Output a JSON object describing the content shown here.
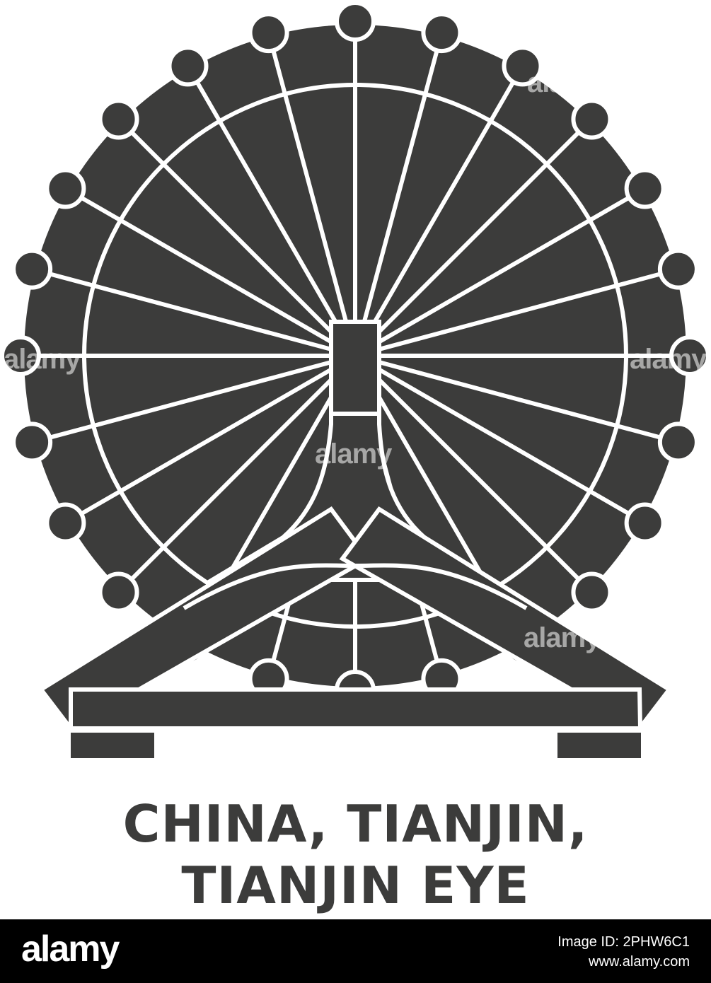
{
  "colors": {
    "ink": "#3c3c3b",
    "stroke": "#ffffff",
    "footer_bg": "#000000"
  },
  "icon": {
    "name": "ferris-wheel-icon",
    "subject": "Tianjin Eye"
  },
  "caption": {
    "line1": "CHINA, TIANJIN,",
    "line2": "TIANJIN EYE"
  },
  "watermark": {
    "text": "alamy",
    "small": "a"
  },
  "footer": {
    "logo": "alamy",
    "image_id_line": "Image ID: 2PHW6C1",
    "site": "www.alamy.com"
  }
}
